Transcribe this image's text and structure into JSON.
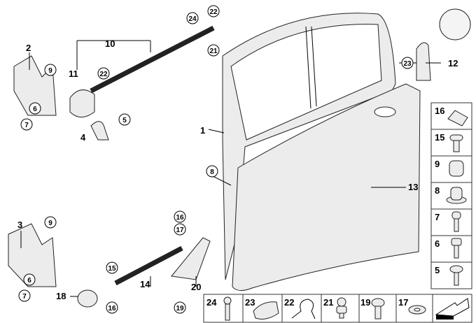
{
  "diagram": {
    "callouts": {
      "p1": "1",
      "p2": "2",
      "p3": "3",
      "p4": "4",
      "p5": "5",
      "p6a": "6",
      "p6b": "6",
      "p7a": "7",
      "p7b": "7",
      "p8": "8",
      "p9a": "9",
      "p9b": "9",
      "p10": "10",
      "p11": "11",
      "p12": "12",
      "p13": "13",
      "p14": "14",
      "p15": "15",
      "p16a": "16",
      "p16b": "16",
      "p17": "17",
      "p18": "18",
      "p19": "19",
      "p20": "20",
      "p21": "21",
      "p22a": "22",
      "p22b": "22",
      "p23": "23",
      "p24": "24"
    },
    "side_legend": [
      "16",
      "15",
      "9",
      "8",
      "7",
      "6",
      "5"
    ],
    "bottom_legend": [
      "24",
      "23",
      "22",
      "21",
      "19",
      "17"
    ],
    "colors": {
      "line": "#000000",
      "part_fill": "#ececec"
    }
  }
}
